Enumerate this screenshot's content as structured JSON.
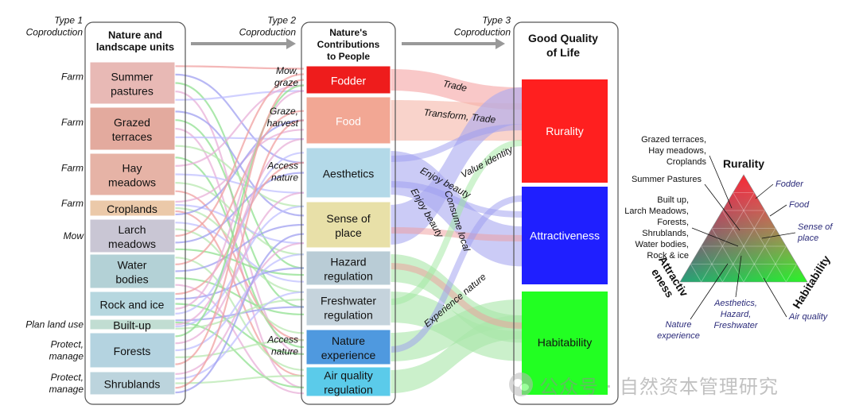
{
  "headers": {
    "type1": [
      "Type 1",
      "Coproduction"
    ],
    "type2": [
      "Type 2",
      "Coproduction"
    ],
    "type3": [
      "Type 3",
      "Coproduction"
    ],
    "col1_title": [
      "Nature and",
      "landscape units"
    ],
    "col2_title": [
      "Nature's",
      "Contributions",
      "to People"
    ],
    "col3_title": [
      "Good Quality",
      "of Life"
    ]
  },
  "landscape_units": [
    {
      "label": [
        "Summer",
        "pastures"
      ],
      "color": "#e8b9b5"
    },
    {
      "label": [
        "Grazed",
        "terraces"
      ],
      "color": "#e3aa9e"
    },
    {
      "label": [
        "Hay",
        "meadows"
      ],
      "color": "#e6b3a6"
    },
    {
      "label": [
        "Croplands"
      ],
      "color": "#ebc9a9"
    },
    {
      "label": [
        "Larch",
        "meadows"
      ],
      "color": "#c9c6d4"
    },
    {
      "label": [
        "Water",
        "bodies"
      ],
      "color": "#b3d1d6"
    },
    {
      "label": [
        "Rock and ice"
      ],
      "color": "#b6d7df"
    },
    {
      "label": [
        "Built-up"
      ],
      "color": "#c1ddd2"
    },
    {
      "label": [
        "Forests"
      ],
      "color": "#b4d3e0"
    },
    {
      "label": [
        "Shrublands"
      ],
      "color": "#bcd4dd"
    }
  ],
  "type1_actions": [
    {
      "text": [
        "Farm"
      ],
      "row": 0
    },
    {
      "text": [
        "Farm"
      ],
      "row": 1
    },
    {
      "text": [
        "Farm"
      ],
      "row": 2
    },
    {
      "text": [
        "Farm"
      ],
      "row": 3
    },
    {
      "text": [
        "Mow"
      ],
      "row": 4
    },
    {
      "text": [
        "Plan land use"
      ],
      "row": 7
    },
    {
      "text": [
        "Protect,",
        "manage"
      ],
      "row": 8
    },
    {
      "text": [
        "Protect,",
        "manage"
      ],
      "row": 9
    }
  ],
  "ncp": [
    {
      "label": [
        "Fodder"
      ],
      "color": "#ee1c1c",
      "text_color": "#ffffff"
    },
    {
      "label": [
        "Food"
      ],
      "color": "#f2a794",
      "text_color": "#ffffff"
    },
    {
      "label": [
        "Aesthetics"
      ],
      "color": "#b3d9e8",
      "text_color": "#111111"
    },
    {
      "label": [
        "Sense of",
        "place"
      ],
      "color": "#e8e0a8",
      "text_color": "#111111"
    },
    {
      "label": [
        "Hazard",
        "regulation"
      ],
      "color": "#b9ccd6",
      "text_color": "#111111"
    },
    {
      "label": [
        "Freshwater",
        "regulation"
      ],
      "color": "#c5d3dc",
      "text_color": "#111111"
    },
    {
      "label": [
        "Nature",
        "experience"
      ],
      "color": "#4f99df",
      "text_color": "#111111"
    },
    {
      "label": [
        "Air quality",
        "regulation"
      ],
      "color": "#5bcbea",
      "text_color": "#111111"
    }
  ],
  "type2_actions": [
    {
      "text": [
        "Mow,",
        "graze"
      ],
      "row": 0
    },
    {
      "text": [
        "Graze,",
        "harvest"
      ],
      "row": 1
    },
    {
      "text": [
        "Access",
        "nature"
      ],
      "row": 2
    },
    {
      "text": [
        "Access",
        "nature"
      ],
      "row": 6
    }
  ],
  "qol": [
    {
      "label": "Rurality",
      "color": "#ff1f1f"
    },
    {
      "label": "Attractiveness",
      "color": "#1f1fff"
    },
    {
      "label": "Habitability",
      "color": "#22ff22"
    }
  ],
  "flow_labels": [
    "Trade",
    "Transform, Trade",
    "Value identity",
    "Enjoy beauty",
    "Consume local",
    "Enjoy beauty",
    "Experience nature"
  ],
  "triangle": {
    "top": "Rurality",
    "left": "Attractiv eness",
    "right": "Habitability",
    "left_labels": [
      [
        "Grazed terraces,",
        "Hay meadows,",
        "Croplands"
      ],
      [
        "Summer Pastures"
      ],
      [
        "Built up,",
        "Larch Meadows,",
        "Forests,",
        "Shrublands,",
        "Water bodies,",
        "Rock & ice"
      ]
    ],
    "right_labels": [
      [
        "Fodder"
      ],
      [
        "Food"
      ],
      [
        "Sense of",
        "place"
      ],
      [
        "Air quality"
      ]
    ],
    "bottom_labels": [
      [
        "Aesthetics,",
        "Hazard,",
        "Freshwater"
      ],
      [
        "Nature",
        "experience"
      ]
    ]
  },
  "watermark": "公众号 · 自然资本管理研究"
}
